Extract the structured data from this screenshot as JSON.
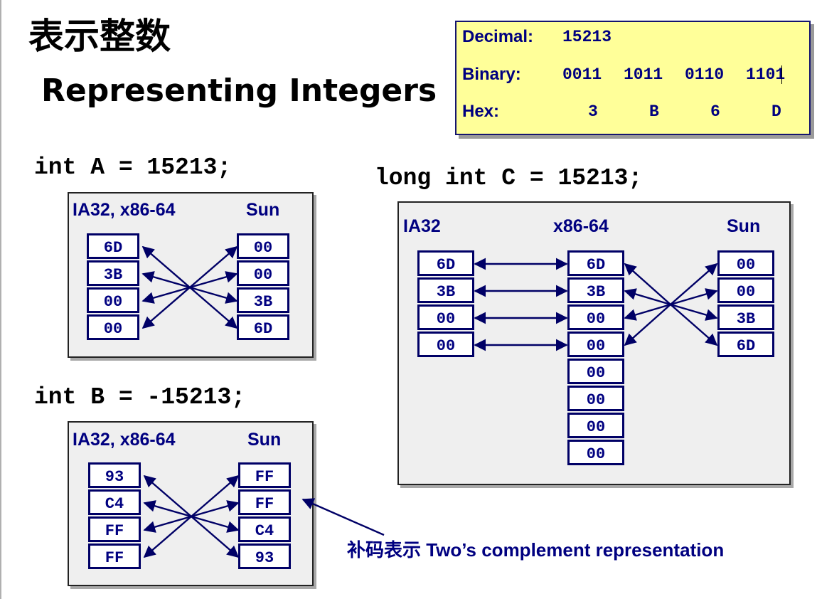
{
  "title": {
    "cn": "表示整数",
    "en": "Representing Integers"
  },
  "info": {
    "decimal_label": "Decimal:",
    "decimal_value": "15213",
    "binary_label": "Binary:",
    "binary_groups": [
      "0011",
      "1011",
      "0110",
      "1101"
    ],
    "hex_label": "Hex:",
    "hex_digits": [
      "3",
      "B",
      "6",
      "D"
    ]
  },
  "int_a": {
    "code": "int A = 15213;",
    "left_label": "IA32, x86-64",
    "right_label": "Sun",
    "left_bytes": [
      "6D",
      "3B",
      "00",
      "00"
    ],
    "right_bytes": [
      "00",
      "00",
      "3B",
      "6D"
    ]
  },
  "int_b": {
    "code": "int B = -15213;",
    "left_label": "IA32, x86-64",
    "right_label": "Sun",
    "left_bytes": [
      "93",
      "C4",
      "FF",
      "FF"
    ],
    "right_bytes": [
      "FF",
      "FF",
      "C4",
      "93"
    ]
  },
  "long_c": {
    "code": "long int C = 15213;",
    "labels": [
      "IA32",
      "x86-64",
      "Sun"
    ],
    "ia32_bytes": [
      "6D",
      "3B",
      "00",
      "00"
    ],
    "x86_64_bytes": [
      "6D",
      "3B",
      "00",
      "00",
      "00",
      "00",
      "00",
      "00"
    ],
    "sun_bytes": [
      "00",
      "00",
      "3B",
      "6D"
    ]
  },
  "note": "补码表示 Two’s complement representation",
  "colors": {
    "ink": "#000080",
    "info_bg": "#ffff99",
    "panel_bg": "#efefef"
  }
}
